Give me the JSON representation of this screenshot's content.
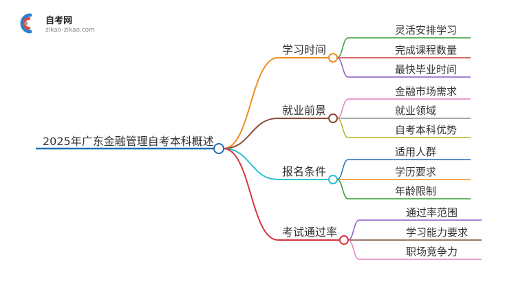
{
  "logo": {
    "name": "自考网",
    "url": "zikao-zikao.com",
    "colors": {
      "blue": "#2a7fd4",
      "red": "#e2453c",
      "gray": "#9aa3ad"
    }
  },
  "mindmap": {
    "root": {
      "label": "2025年广东金融管理自考本科概述",
      "color": "#1f6fb8"
    },
    "branches": [
      {
        "label": "学习时间",
        "color": "#f28c1d",
        "leaves": [
          {
            "label": "灵活安排学习",
            "color": "#2f9e2f"
          },
          {
            "label": "完成课程数量",
            "color": "#d2363b"
          },
          {
            "label": "最快毕业时间",
            "color": "#8a5ac6"
          }
        ]
      },
      {
        "label": "就业前景",
        "color": "#8b4a3a",
        "leaves": [
          {
            "label": "金融市场需求",
            "color": "#e67fc0"
          },
          {
            "label": "就业领域",
            "color": "#8a8a8a"
          },
          {
            "label": "自考本科优势",
            "color": "#b8b820"
          }
        ]
      },
      {
        "label": "报名条件",
        "color": "#2cc0d6",
        "leaves": [
          {
            "label": "适用人群",
            "color": "#1f6fb8"
          },
          {
            "label": "学历要求",
            "color": "#f28c1d"
          },
          {
            "label": "年龄限制",
            "color": "#2f9e2f"
          }
        ]
      },
      {
        "label": "考试通过率",
        "color": "#d2363b",
        "leaves": [
          {
            "label": "通过率范围",
            "color": "#8a5ac6"
          },
          {
            "label": "学习能力要求",
            "color": "#7a4a3a"
          },
          {
            "label": "职场竞争力",
            "color": "#e67fc0"
          }
        ]
      }
    ]
  }
}
